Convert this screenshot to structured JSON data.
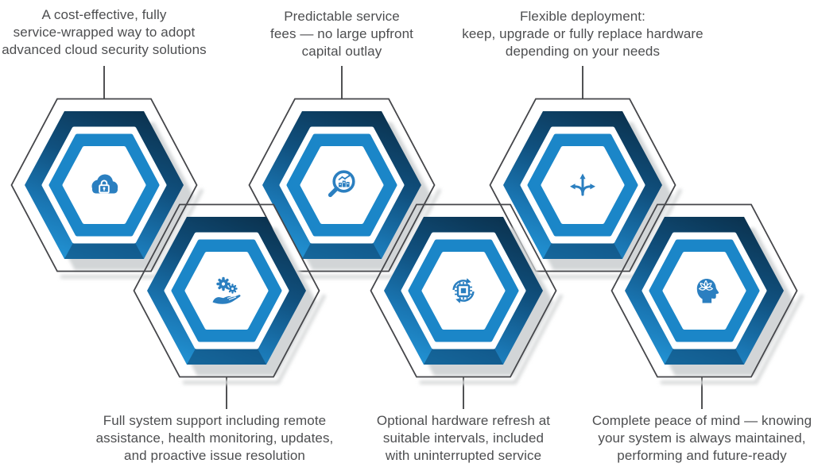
{
  "page": {
    "background": "#ffffff"
  },
  "colors": {
    "icon_blue": "#2b7fc0",
    "ring_blue": "#1b86c8",
    "hex_gradient_dark": "#0b3350",
    "hex_gradient_light": "#2191d2",
    "label_text": "#4d4e50",
    "connector_gray": "#515254",
    "outline_gray": "#45464a",
    "shadow_gray": "#d2d5d7"
  },
  "modules": [
    {
      "id": "cloud-security",
      "row": "top",
      "icon": "cloud-lock-icon",
      "label_lines": [
        "A cost-effective, fully",
        "service-wrapped way to adopt",
        "advanced cloud security solutions"
      ]
    },
    {
      "id": "predictable-fees",
      "row": "top",
      "icon": "magnifier-chart-icon",
      "label_lines": [
        "Predictable service",
        "fees — no large upfront",
        "capital outlay"
      ]
    },
    {
      "id": "flexible-deployment",
      "row": "top",
      "icon": "flex-arrows-icon",
      "label_lines": [
        "Flexible deployment:",
        "keep, upgrade or fully replace hardware",
        "depending on your needs"
      ]
    },
    {
      "id": "full-support",
      "row": "bottom",
      "icon": "gears-hand-icon",
      "label_lines": [
        "Full system support including remote",
        "assistance, health monitoring, updates,",
        "and proactive issue resolution"
      ]
    },
    {
      "id": "hardware-refresh",
      "row": "bottom",
      "icon": "chip-refresh-icon",
      "label_lines": [
        "Optional hardware refresh at",
        "suitable intervals, included",
        "with uninterrupted service"
      ]
    },
    {
      "id": "peace-of-mind",
      "row": "bottom",
      "icon": "head-lotus-icon",
      "label_lines": [
        "Complete peace of mind — knowing",
        "your system is always maintained,",
        "performing and future-ready"
      ]
    }
  ]
}
